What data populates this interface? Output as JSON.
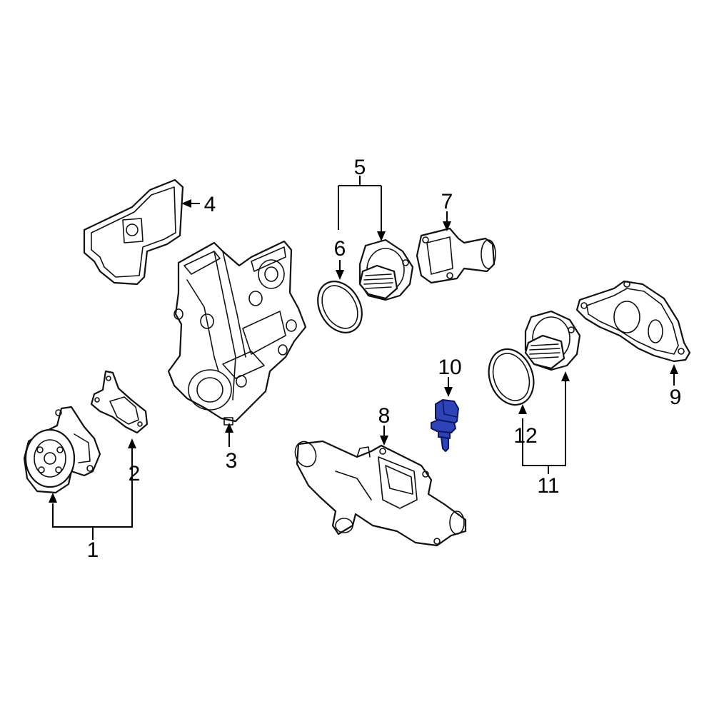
{
  "diagram": {
    "highlight_color": "#2f43b8",
    "line_color": "#111111",
    "callouts": [
      {
        "id": "c1",
        "label": "1"
      },
      {
        "id": "c2",
        "label": "2"
      },
      {
        "id": "c3",
        "label": "3"
      },
      {
        "id": "c4",
        "label": "4"
      },
      {
        "id": "c5",
        "label": "5"
      },
      {
        "id": "c6",
        "label": "6"
      },
      {
        "id": "c7",
        "label": "7"
      },
      {
        "id": "c8",
        "label": "8"
      },
      {
        "id": "c9",
        "label": "9"
      },
      {
        "id": "c10",
        "label": "10"
      },
      {
        "id": "c11",
        "label": "11"
      },
      {
        "id": "c12",
        "label": "12"
      }
    ]
  }
}
